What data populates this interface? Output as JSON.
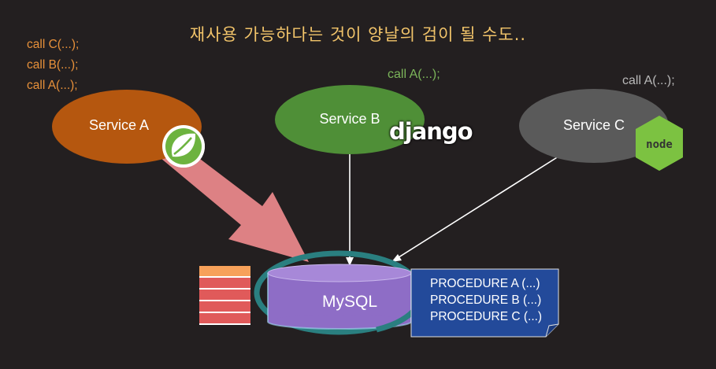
{
  "title": "재사용 가능하다는 것이 양날의 검이 될 수도..",
  "service_a": {
    "label": "Service A",
    "calls": [
      "call C(...);",
      "call B(...);",
      "call A(...);"
    ],
    "color": "#b5570f",
    "framework_icon": "spring-leaf-icon"
  },
  "service_b": {
    "label": "Service B",
    "calls": [
      "call A(...);"
    ],
    "color": "#4f8f37",
    "framework_label": "django"
  },
  "service_c": {
    "label": "Service C",
    "calls": [
      "call A(...);"
    ],
    "color": "#5a5a5a",
    "framework_label": "node"
  },
  "database": {
    "label": "MySQL",
    "color": "#8e6dc6",
    "procedures": [
      "PROCEDURE A (...)",
      "PROCEDURE B (...)",
      "PROCEDURE C (...)"
    ]
  },
  "colors": {
    "background": "#231f20",
    "title": "#f2c46a",
    "highlight_arrow": "#e8878a",
    "procedure_box": "#234a9a",
    "cycle_ring": "#2a7f80"
  }
}
